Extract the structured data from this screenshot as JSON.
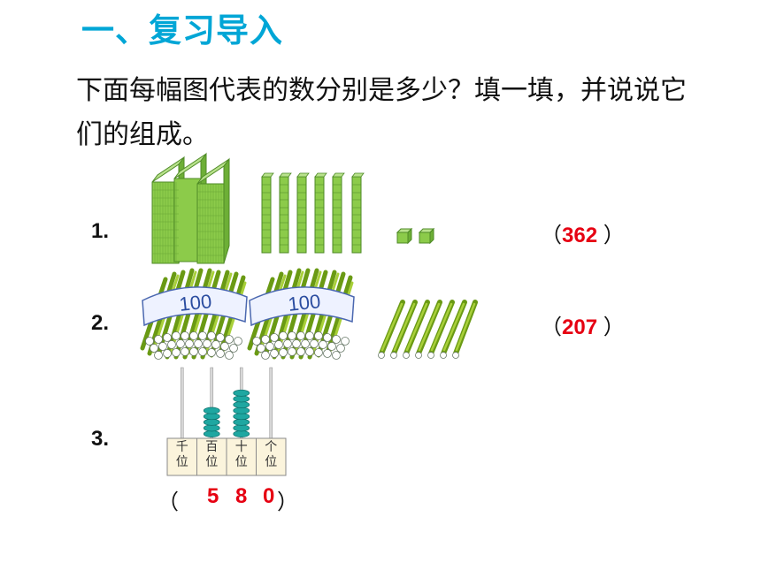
{
  "title": "一、复习导入",
  "instruction": "下面每幅图代表的数分别是多少？填一填，并说说它们的组成。",
  "items": [
    {
      "label": "1.",
      "answer": "362"
    },
    {
      "label": "2.",
      "answer": "207"
    },
    {
      "label": "3.",
      "digits": [
        "5",
        "8",
        "0"
      ]
    }
  ],
  "bundle_label": "100",
  "paren_open": "（",
  "paren_close": "）",
  "abacus": {
    "columns": [
      {
        "line1": "千",
        "line2": "位",
        "beads": 0
      },
      {
        "line1": "百",
        "line2": "位",
        "beads": 5
      },
      {
        "line1": "十",
        "line2": "位",
        "beads": 8
      },
      {
        "line1": "个",
        "line2": "位",
        "beads": 0
      }
    ]
  },
  "colors": {
    "title": "#00A6D6",
    "answer": "#E60012",
    "cube": "#8CCB4A",
    "bead": "#1FA7A1"
  }
}
